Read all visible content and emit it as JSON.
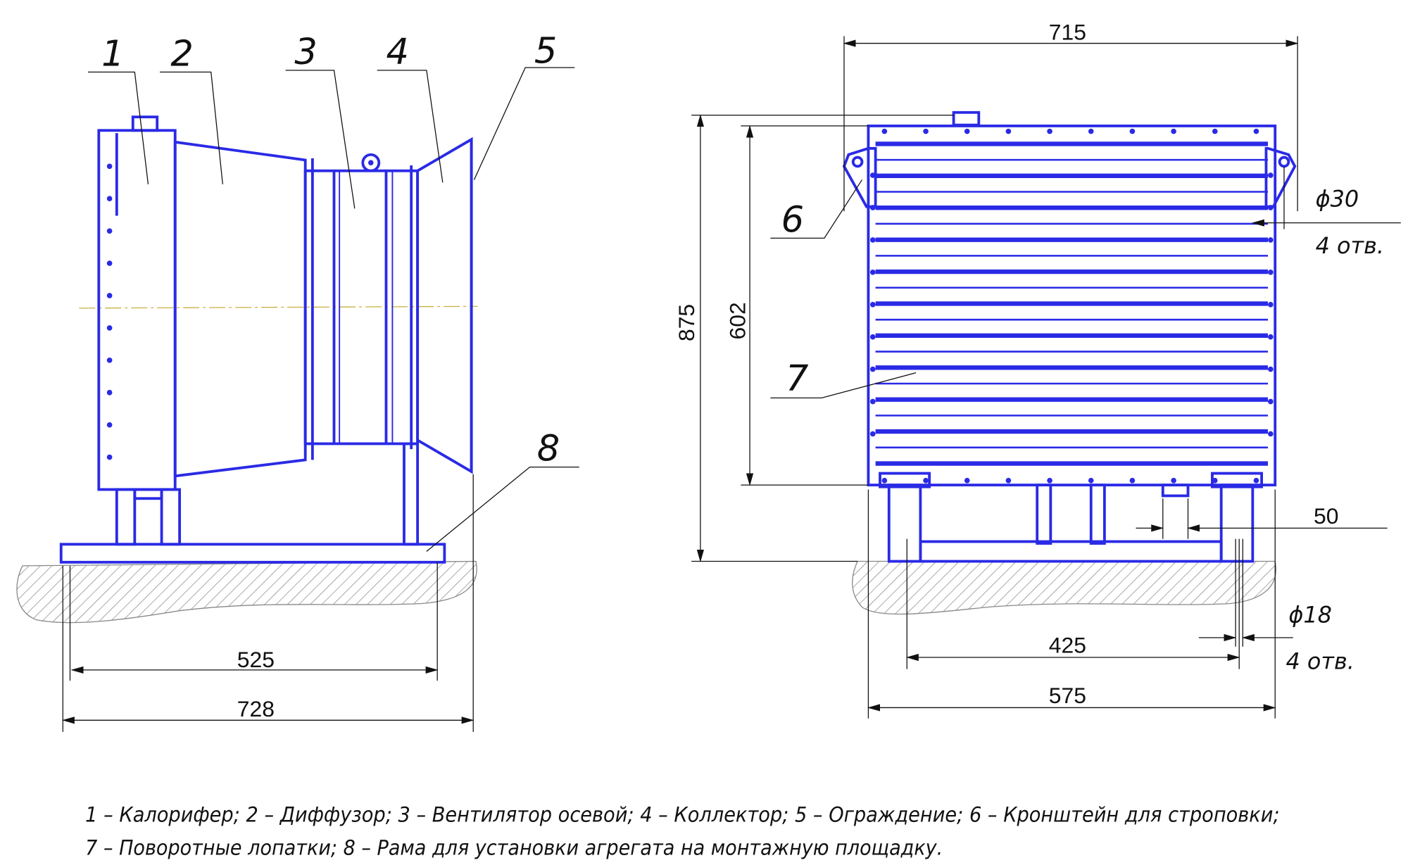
{
  "drawing": {
    "colors": {
      "part": "#2a2ae6",
      "dimension": "#111111",
      "centerline": "#c8b040"
    },
    "callouts": [
      "1",
      "2",
      "3",
      "4",
      "5",
      "6",
      "7",
      "8"
    ],
    "dimensions": {
      "side_inner_length": "525",
      "side_total_length": "728",
      "front_width": "715",
      "total_height": "875",
      "body_height": "602",
      "hole_top_dia": "ϕ30",
      "hole_top_count": "4 отв.",
      "hole_spacing": "50",
      "leg_spacing": "425",
      "base_width": "575",
      "hole_bottom_dia": "ϕ18",
      "hole_bottom_count": "4 отв."
    },
    "legend": [
      "1 – Калорифер; 2 – Диффузор; 3 – Вентилятор осевой; 4 – Коллектор; 5 – Ограждение; 6 – Кронштейн для строповки;",
      "7 – Поворотные лопатки; 8 – Рама для установки агрегата на монтажную площадку."
    ]
  }
}
